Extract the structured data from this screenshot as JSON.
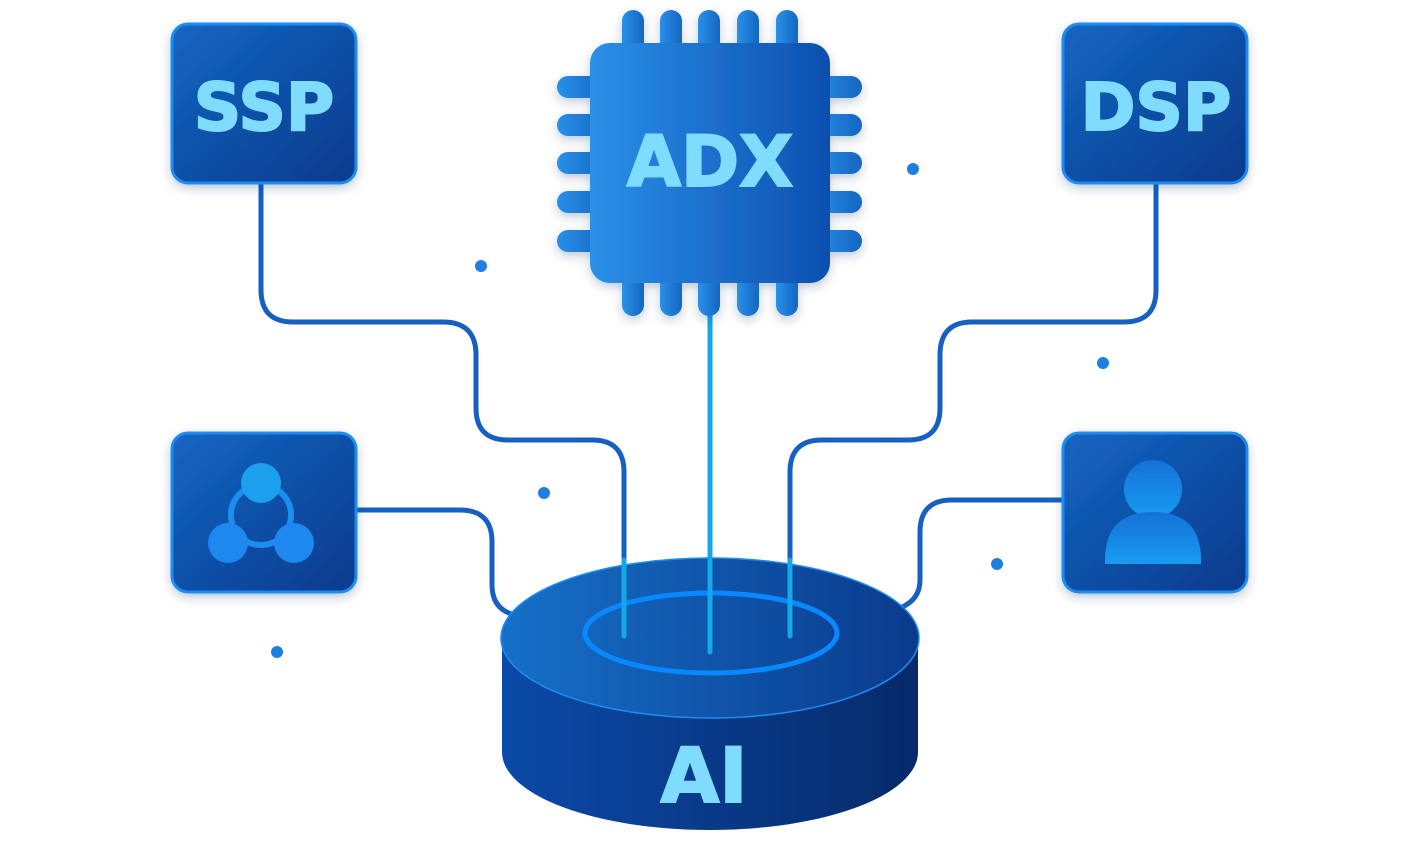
{
  "nodes": {
    "ssp": {
      "label": "SSP"
    },
    "adx": {
      "label": "ADX"
    },
    "dsp": {
      "label": "DSP"
    },
    "ai": {
      "label": "AI"
    },
    "network": {
      "icon": "network-icon"
    },
    "user": {
      "icon": "user-icon"
    }
  },
  "colors": {
    "box_dark": "#0a3a8c",
    "box_light": "#1466c2",
    "box_border": "#1e8cf0",
    "label": "#7fdcff",
    "line_dark": "#1560c0",
    "line_light": "#14a8e8",
    "chip_light": "#2a90e8",
    "ai_dark": "#062a6a",
    "dot": "#1e7fe0"
  }
}
